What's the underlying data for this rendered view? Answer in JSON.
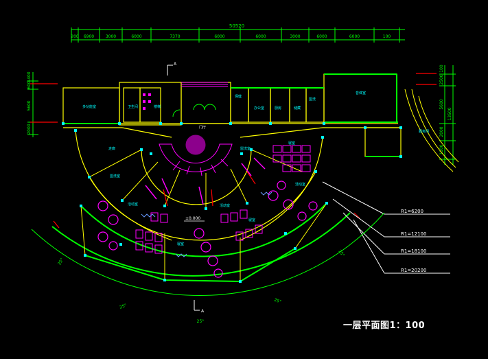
{
  "drawing": {
    "title": "一层平面图1：100",
    "colors": {
      "background": "#000000",
      "dimension": "#00ff00",
      "wall": "#ffff00",
      "furniture": "#ff00ff",
      "label": "#00ffff",
      "accent": "#ff0000",
      "text": "#ffffff"
    }
  },
  "dimensions": {
    "total": "50520",
    "top_segments": [
      "200",
      "6900",
      "3000",
      "6000",
      "7370",
      "6000",
      "6000",
      "3000",
      "6000",
      "6000",
      "100"
    ],
    "left_side": [
      "1400",
      "600",
      "5600",
      "2000"
    ],
    "right_side": [
      "100",
      "2500",
      "5600",
      "2000",
      "1100",
      "13500"
    ]
  },
  "radii": [
    "R1=6200",
    "R1=12100",
    "R1=18100",
    "R1=20200"
  ],
  "angles": [
    "25°",
    "25°",
    "25°",
    "25°",
    "25°"
  ],
  "section_marks": [
    "A",
    "A"
  ],
  "elevation": "±0.000",
  "rooms": {
    "multi": "多功能室",
    "toilet": "卫生间",
    "stair": "楼梯",
    "lobby": "门厅",
    "nurse": "保健",
    "office": "办公室",
    "kitchen": "厨房",
    "storage": "储藏",
    "wash": "盥洗",
    "sleep1": "寝室",
    "activity1": "活动室",
    "activity2": "活动室",
    "activity3": "活动室",
    "sleep2": "寝室",
    "sleep3": "寝室",
    "hall": "音体室",
    "corridor": "走廊",
    "wash2": "盥洗室",
    "wash3": "盥洗室",
    "service": "服务间"
  }
}
